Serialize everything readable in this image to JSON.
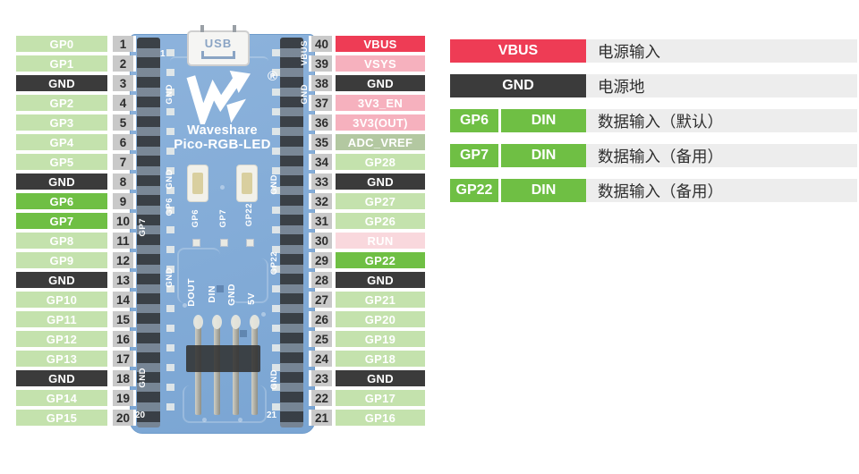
{
  "pins": {
    "left": [
      {
        "label": "GP0",
        "num": "1",
        "type": "gp"
      },
      {
        "label": "GP1",
        "num": "2",
        "type": "gp"
      },
      {
        "label": "GND",
        "num": "3",
        "type": "gnd"
      },
      {
        "label": "GP2",
        "num": "4",
        "type": "gp"
      },
      {
        "label": "GP3",
        "num": "5",
        "type": "gp"
      },
      {
        "label": "GP4",
        "num": "6",
        "type": "gp"
      },
      {
        "label": "GP5",
        "num": "7",
        "type": "gp"
      },
      {
        "label": "GND",
        "num": "8",
        "type": "gnd"
      },
      {
        "label": "GP6",
        "num": "9",
        "type": "din"
      },
      {
        "label": "GP7",
        "num": "10",
        "type": "din"
      },
      {
        "label": "GP8",
        "num": "11",
        "type": "gp"
      },
      {
        "label": "GP9",
        "num": "12",
        "type": "gp"
      },
      {
        "label": "GND",
        "num": "13",
        "type": "gnd"
      },
      {
        "label": "GP10",
        "num": "14",
        "type": "gp"
      },
      {
        "label": "GP11",
        "num": "15",
        "type": "gp"
      },
      {
        "label": "GP12",
        "num": "16",
        "type": "gp"
      },
      {
        "label": "GP13",
        "num": "17",
        "type": "gp"
      },
      {
        "label": "GND",
        "num": "18",
        "type": "gnd"
      },
      {
        "label": "GP14",
        "num": "19",
        "type": "gp"
      },
      {
        "label": "GP15",
        "num": "20",
        "type": "gp"
      }
    ],
    "right": [
      {
        "label": "VBUS",
        "num": "40",
        "type": "vbus"
      },
      {
        "label": "VSYS",
        "num": "39",
        "type": "power"
      },
      {
        "label": "GND",
        "num": "38",
        "type": "gnd"
      },
      {
        "label": "3V3_EN",
        "num": "37",
        "type": "power"
      },
      {
        "label": "3V3(OUT)",
        "num": "36",
        "type": "power"
      },
      {
        "label": "ADC_VREF",
        "num": "35",
        "type": "adc"
      },
      {
        "label": "GP28",
        "num": "34",
        "type": "gp"
      },
      {
        "label": "GND",
        "num": "33",
        "type": "gnd"
      },
      {
        "label": "GP27",
        "num": "32",
        "type": "gp"
      },
      {
        "label": "GP26",
        "num": "31",
        "type": "gp"
      },
      {
        "label": "RUN",
        "num": "30",
        "type": "run"
      },
      {
        "label": "GP22",
        "num": "29",
        "type": "din"
      },
      {
        "label": "GND",
        "num": "28",
        "type": "gnd"
      },
      {
        "label": "GP21",
        "num": "27",
        "type": "gp"
      },
      {
        "label": "GP20",
        "num": "26",
        "type": "gp"
      },
      {
        "label": "GP19",
        "num": "25",
        "type": "gp"
      },
      {
        "label": "GP18",
        "num": "24",
        "type": "gp"
      },
      {
        "label": "GND",
        "num": "23",
        "type": "gnd"
      },
      {
        "label": "GP17",
        "num": "22",
        "type": "gp"
      },
      {
        "label": "GP16",
        "num": "21",
        "type": "gp"
      }
    ]
  },
  "board": {
    "usb_label": "USB",
    "brand": "Waveshare",
    "model": "Pico-RGB-LED",
    "registered_mark": "®",
    "left_silk": [
      "1",
      "GND",
      "GND",
      "GP6",
      "GP7",
      "GND",
      "GND",
      "20"
    ],
    "right_silk": [
      "VBUS",
      "GND",
      "GND",
      "GP22",
      "GND",
      "21"
    ],
    "led_labels": [
      "GP6",
      "GP7",
      "GP22"
    ],
    "header_labels": [
      "DOUT",
      "DIN",
      "GND",
      "5V"
    ]
  },
  "legend": [
    {
      "cells": [
        "VBUS"
      ],
      "type": "vbus",
      "desc": "电源输入"
    },
    {
      "cells": [
        "GND"
      ],
      "type": "gnd",
      "desc": "电源地"
    },
    {
      "cells": [
        "GP6",
        "DIN"
      ],
      "type": "din",
      "desc": "数据输入（默认）"
    },
    {
      "cells": [
        "GP7",
        "DIN"
      ],
      "type": "din",
      "desc": "数据输入（备用）"
    },
    {
      "cells": [
        "GP22",
        "DIN"
      ],
      "type": "din",
      "desc": "数据输入（备用）"
    }
  ],
  "colors": {
    "gp": "#c4e2ad",
    "gnd": "#3b3b3b",
    "din": "#6fbf44",
    "vbus": "#ee3c55",
    "power": "#f6b1be",
    "run": "#f9d8dd",
    "adc": "#b3c8a1",
    "numbox": "#c9c9c9",
    "descbg": "#ededed"
  }
}
